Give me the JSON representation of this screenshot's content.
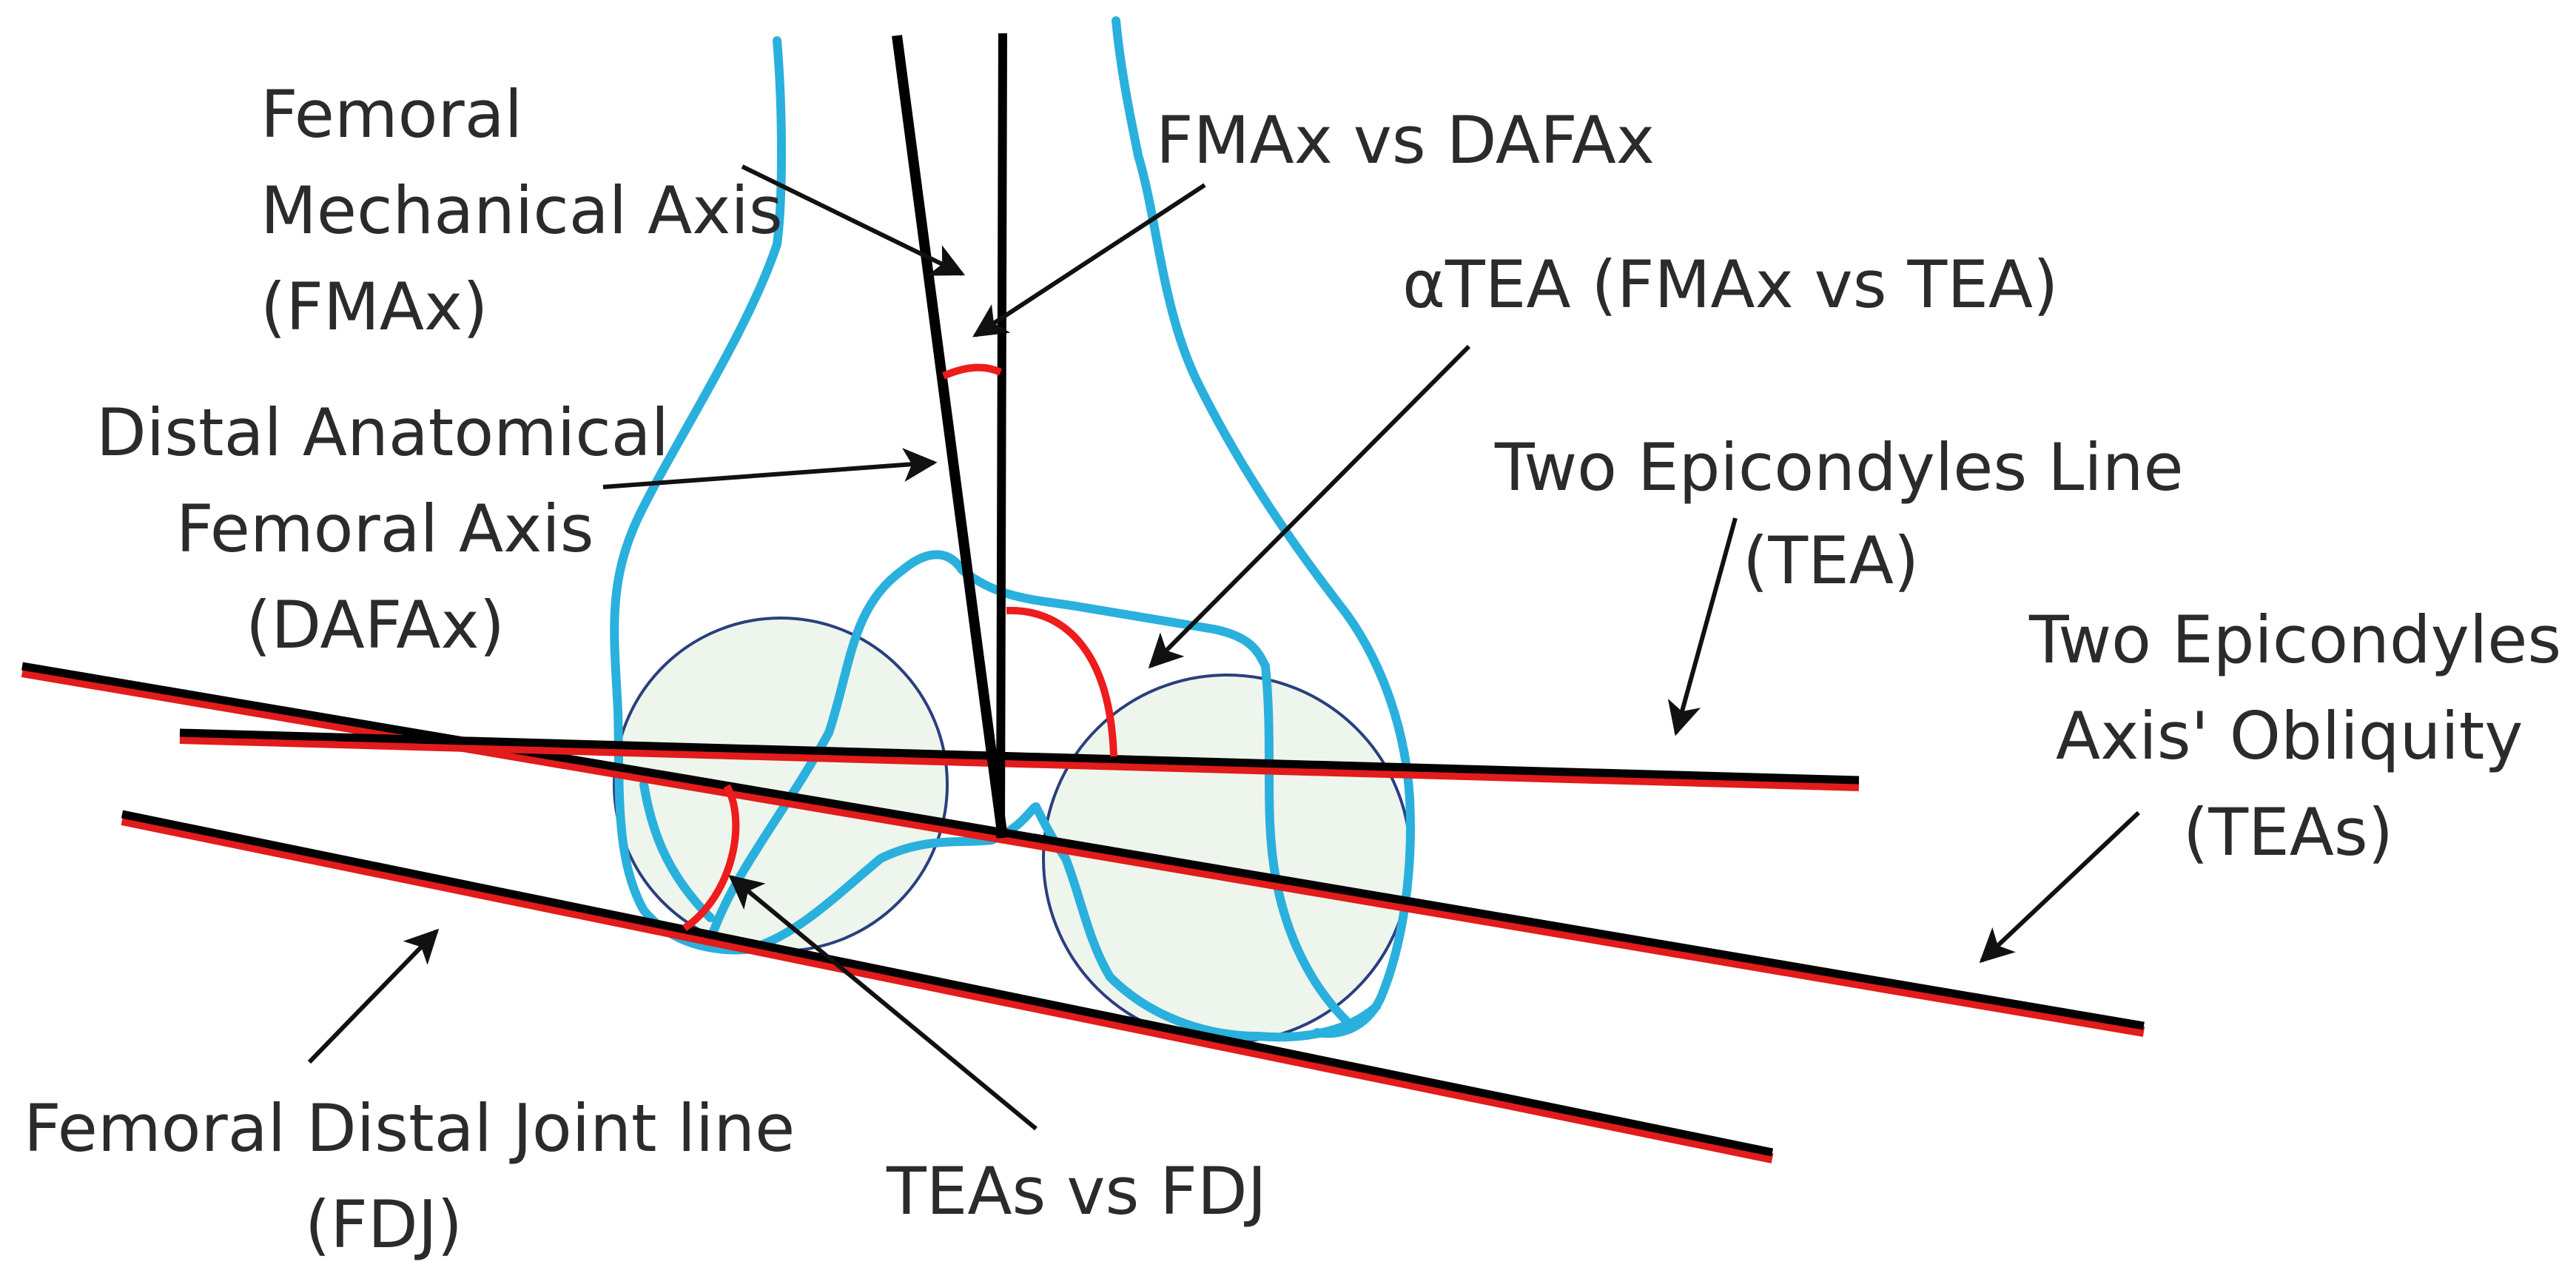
{
  "labels": {
    "fmax_line1": "Femoral",
    "fmax_line2": "Mechanical Axis",
    "fmax_line3": "(FMAx)",
    "fmax_vs_dafax": "FMAx vs DAFAx",
    "alpha_tea": "αTEA (FMAx vs TEA)",
    "dafax_line1": "Distal Anatomical",
    "dafax_line2": "Femoral Axis",
    "dafax_line3": "(DAFAx)",
    "tea_line1": "Two Epicondyles Line",
    "tea_line2": "(TEA)",
    "teas_line1": "Two Epicondyles",
    "teas_line2": "Axis' Obliquity",
    "teas_line3": "(TEAs)",
    "fdj_line1": "Femoral Distal Joint line",
    "fdj_line2": "(FDJ)",
    "teas_vs_fdj": "TEAs vs FDJ"
  },
  "colors": {
    "bone_outline": "#2ab0dd",
    "condyle_fill": "#eef5ec",
    "condyle_stroke": "#2a3f7e",
    "angle_arc": "#ee1c1c",
    "axis_line": "#000000",
    "line_shadow": "#e21b1b",
    "text": "#2b2b2b"
  }
}
